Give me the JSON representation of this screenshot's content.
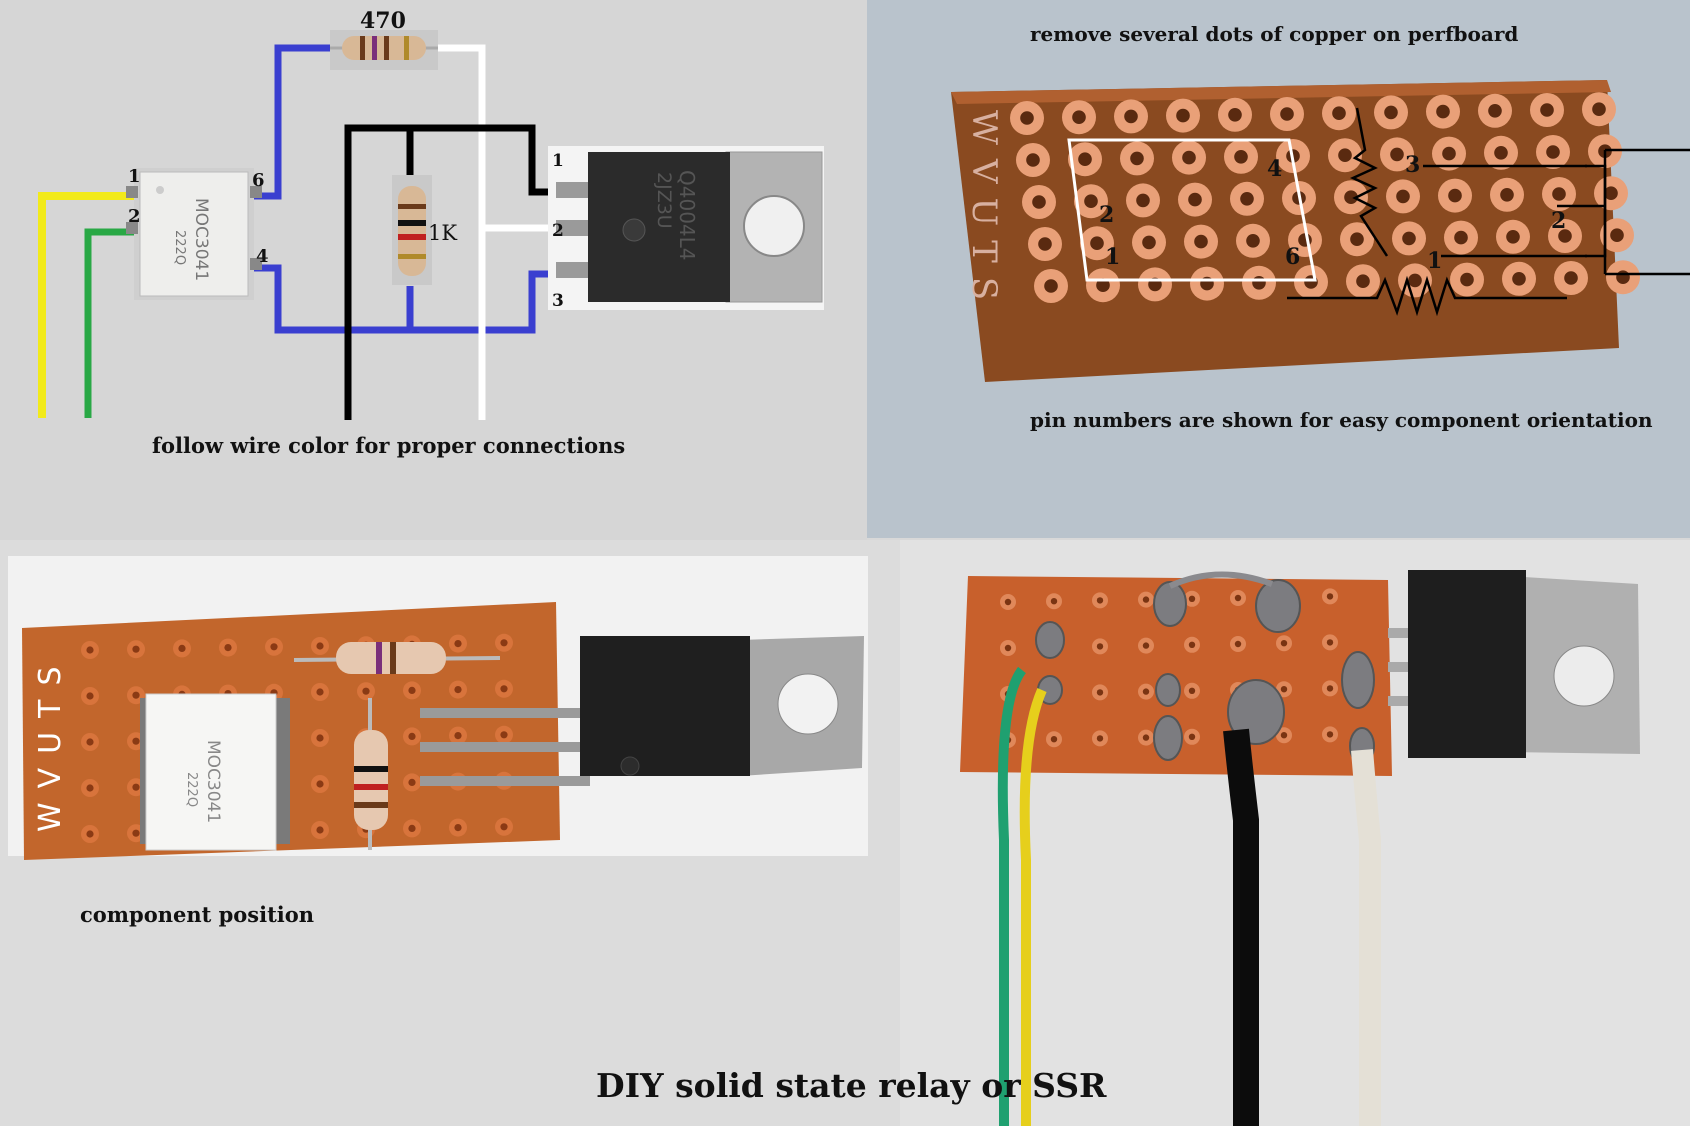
{
  "schematic": {
    "caption": "follow wire color for proper connections",
    "resistor_470_label": "470",
    "resistor_1k_label": "1K",
    "opto_pins": [
      "1",
      "2",
      "6",
      "4"
    ],
    "triac_pins": [
      "1",
      "2",
      "3"
    ],
    "opto_marking": [
      "MOC3041",
      "222Q"
    ],
    "triac_marking": [
      "Q4004L4",
      "2JZ3U"
    ],
    "wire_colors": {
      "blue": "#3a3fd0",
      "black": "#000000",
      "white": "#ffffff",
      "yellow": "#f2ea1a",
      "green": "#29a845"
    }
  },
  "perfboard": {
    "caption_top": "remove several dots of copper  on perfboard",
    "caption_bottom": "pin numbers are shown for easy component orientation",
    "silk_letters": "WVUTS",
    "opto_pin_labels": [
      "4",
      "2",
      "1",
      "6"
    ],
    "triac_pin_labels": [
      "3",
      "2",
      "1"
    ]
  },
  "assembly": {
    "caption": "component position",
    "silk_letters": "WVUTS",
    "opto_marking": [
      "MOC3041",
      "222Q"
    ]
  },
  "title": "DIY solid state relay or SSR"
}
